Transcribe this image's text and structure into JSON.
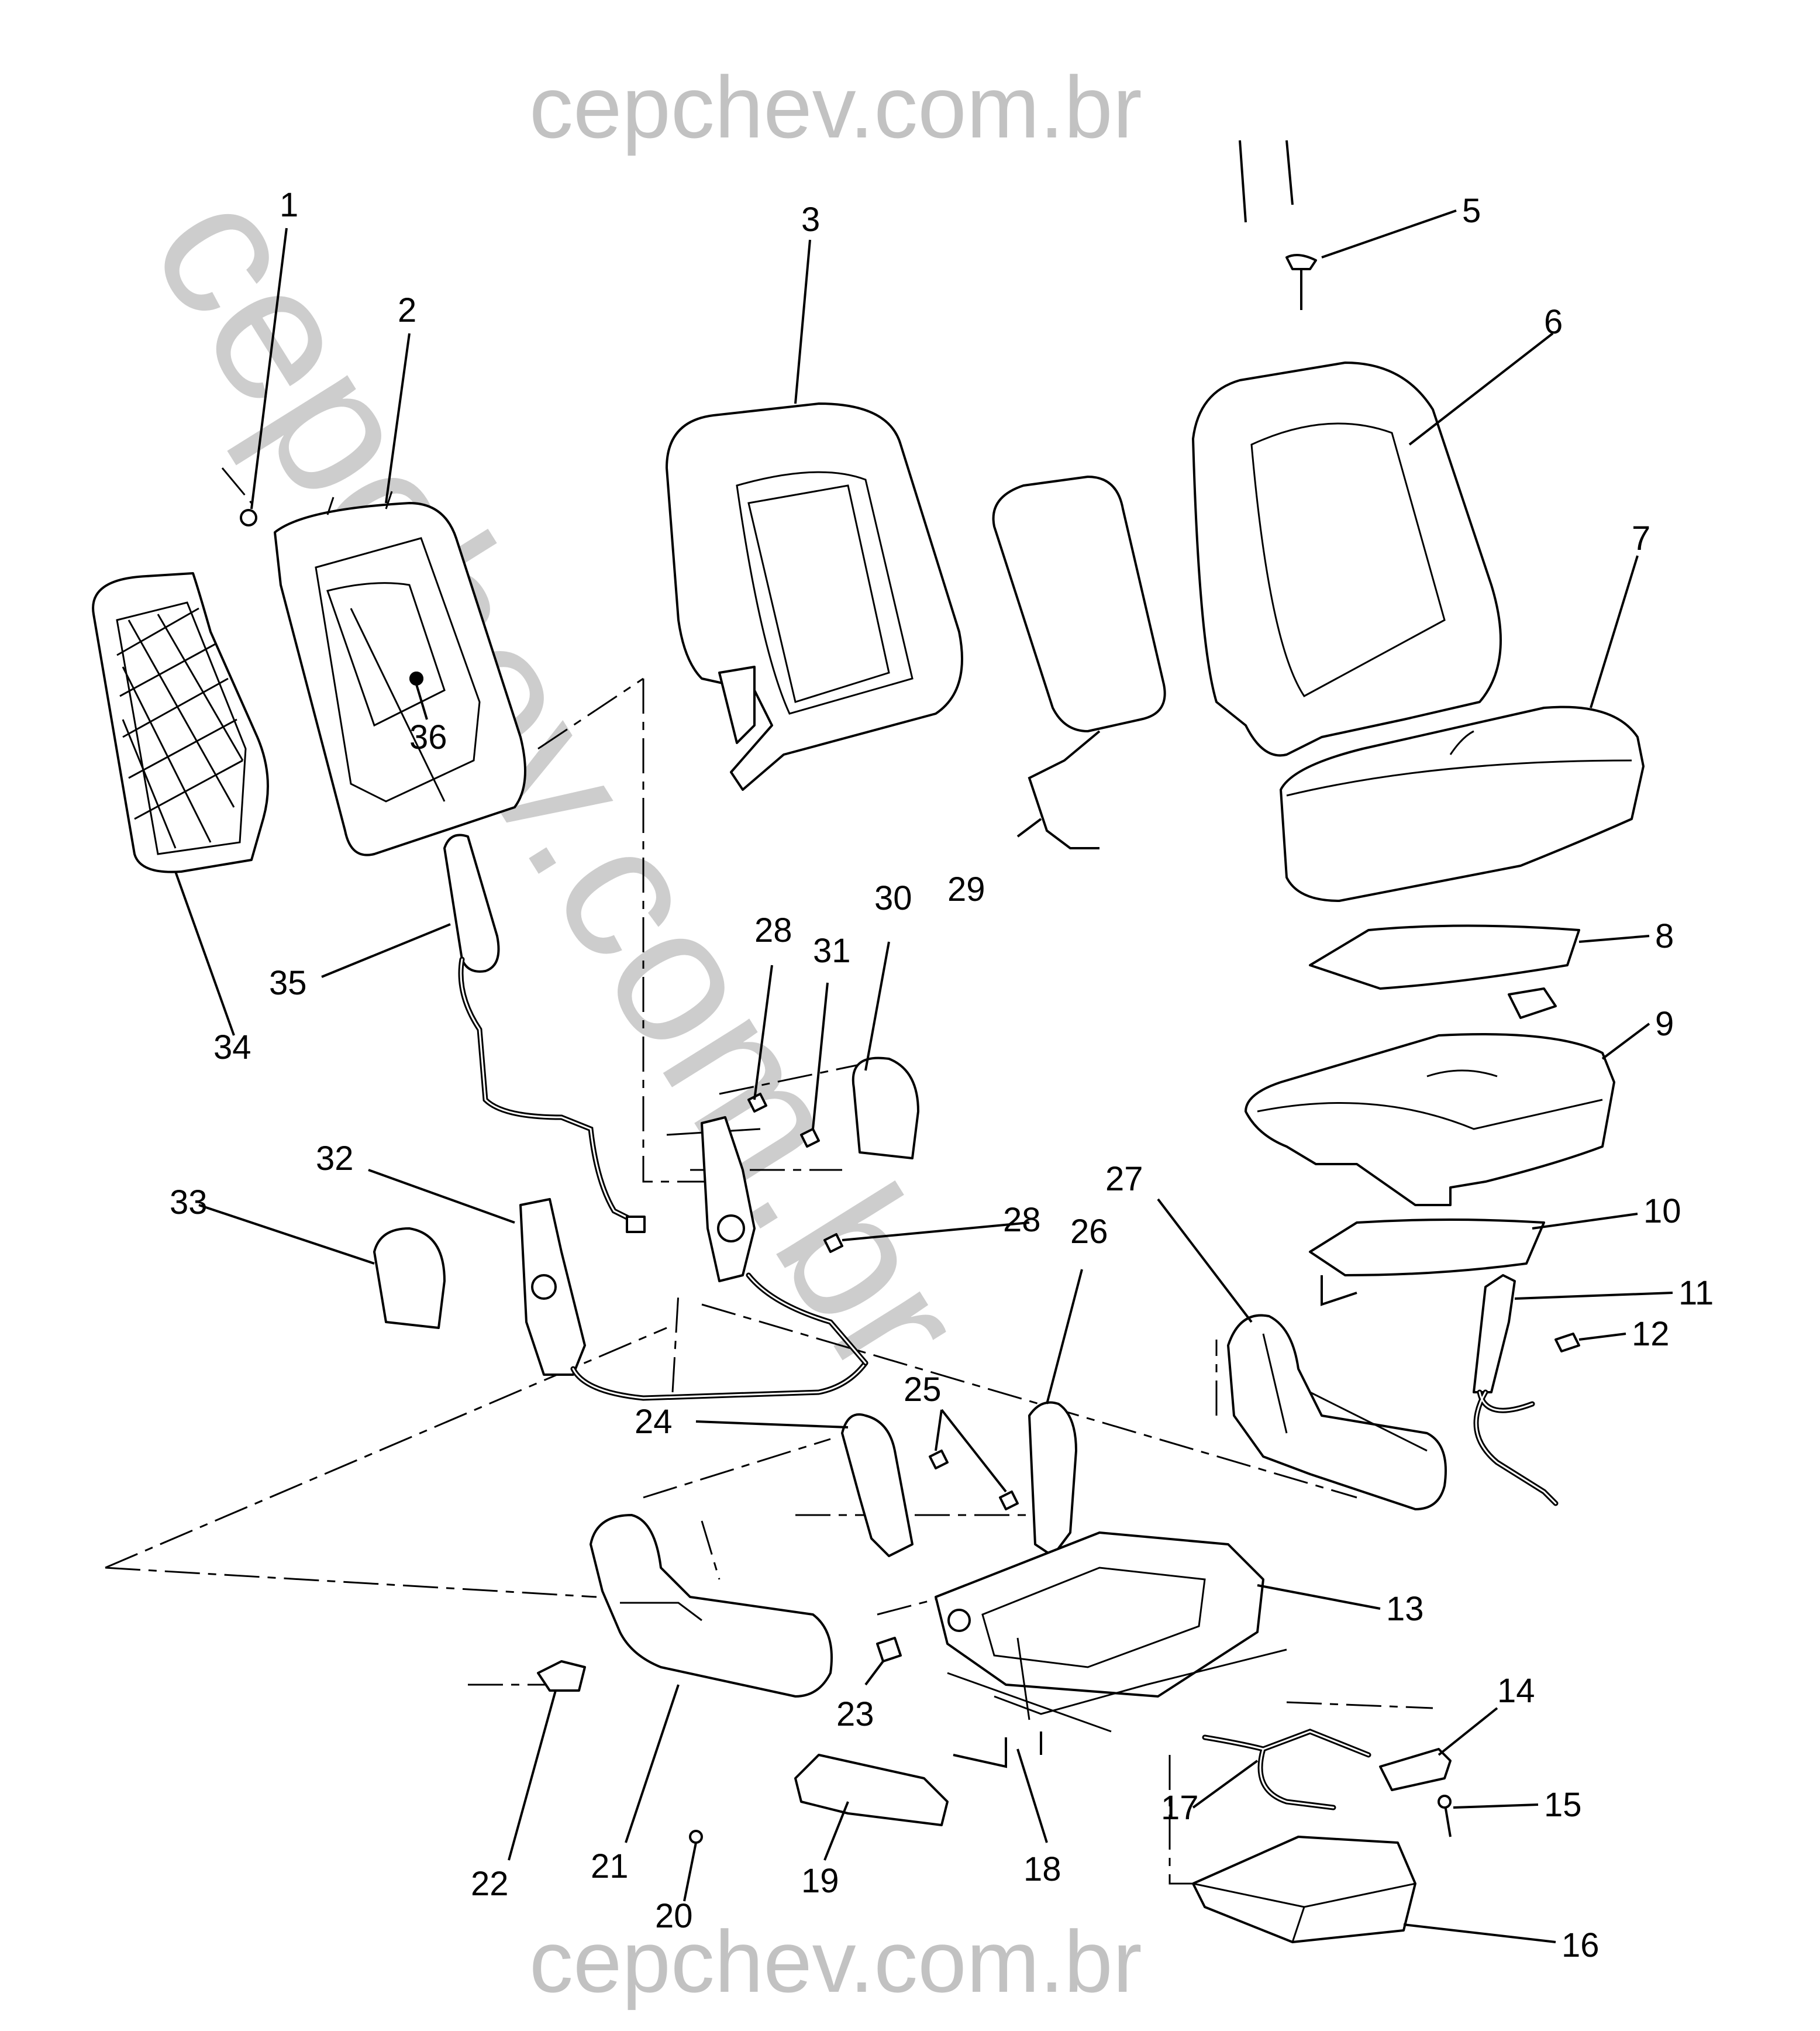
{
  "watermark": {
    "top": "cepchev.com.br",
    "bottom": "cepchev.com.br",
    "diagonal": "cepchev.com.br"
  },
  "callouts": [
    {
      "n": "1"
    },
    {
      "n": "2"
    },
    {
      "n": "3"
    },
    {
      "n": "5"
    },
    {
      "n": "6"
    },
    {
      "n": "7"
    },
    {
      "n": "8"
    },
    {
      "n": "9"
    },
    {
      "n": "10"
    },
    {
      "n": "11"
    },
    {
      "n": "12"
    },
    {
      "n": "13"
    },
    {
      "n": "14"
    },
    {
      "n": "15"
    },
    {
      "n": "16"
    },
    {
      "n": "17"
    },
    {
      "n": "18"
    },
    {
      "n": "19"
    },
    {
      "n": "20"
    },
    {
      "n": "21"
    },
    {
      "n": "22"
    },
    {
      "n": "23"
    },
    {
      "n": "24"
    },
    {
      "n": "25"
    },
    {
      "n": "26"
    },
    {
      "n": "27"
    },
    {
      "n": "28"
    },
    {
      "n": "28"
    },
    {
      "n": "29"
    },
    {
      "n": "30"
    },
    {
      "n": "31"
    },
    {
      "n": "32"
    },
    {
      "n": "33"
    },
    {
      "n": "34"
    },
    {
      "n": "35"
    },
    {
      "n": "36"
    }
  ]
}
